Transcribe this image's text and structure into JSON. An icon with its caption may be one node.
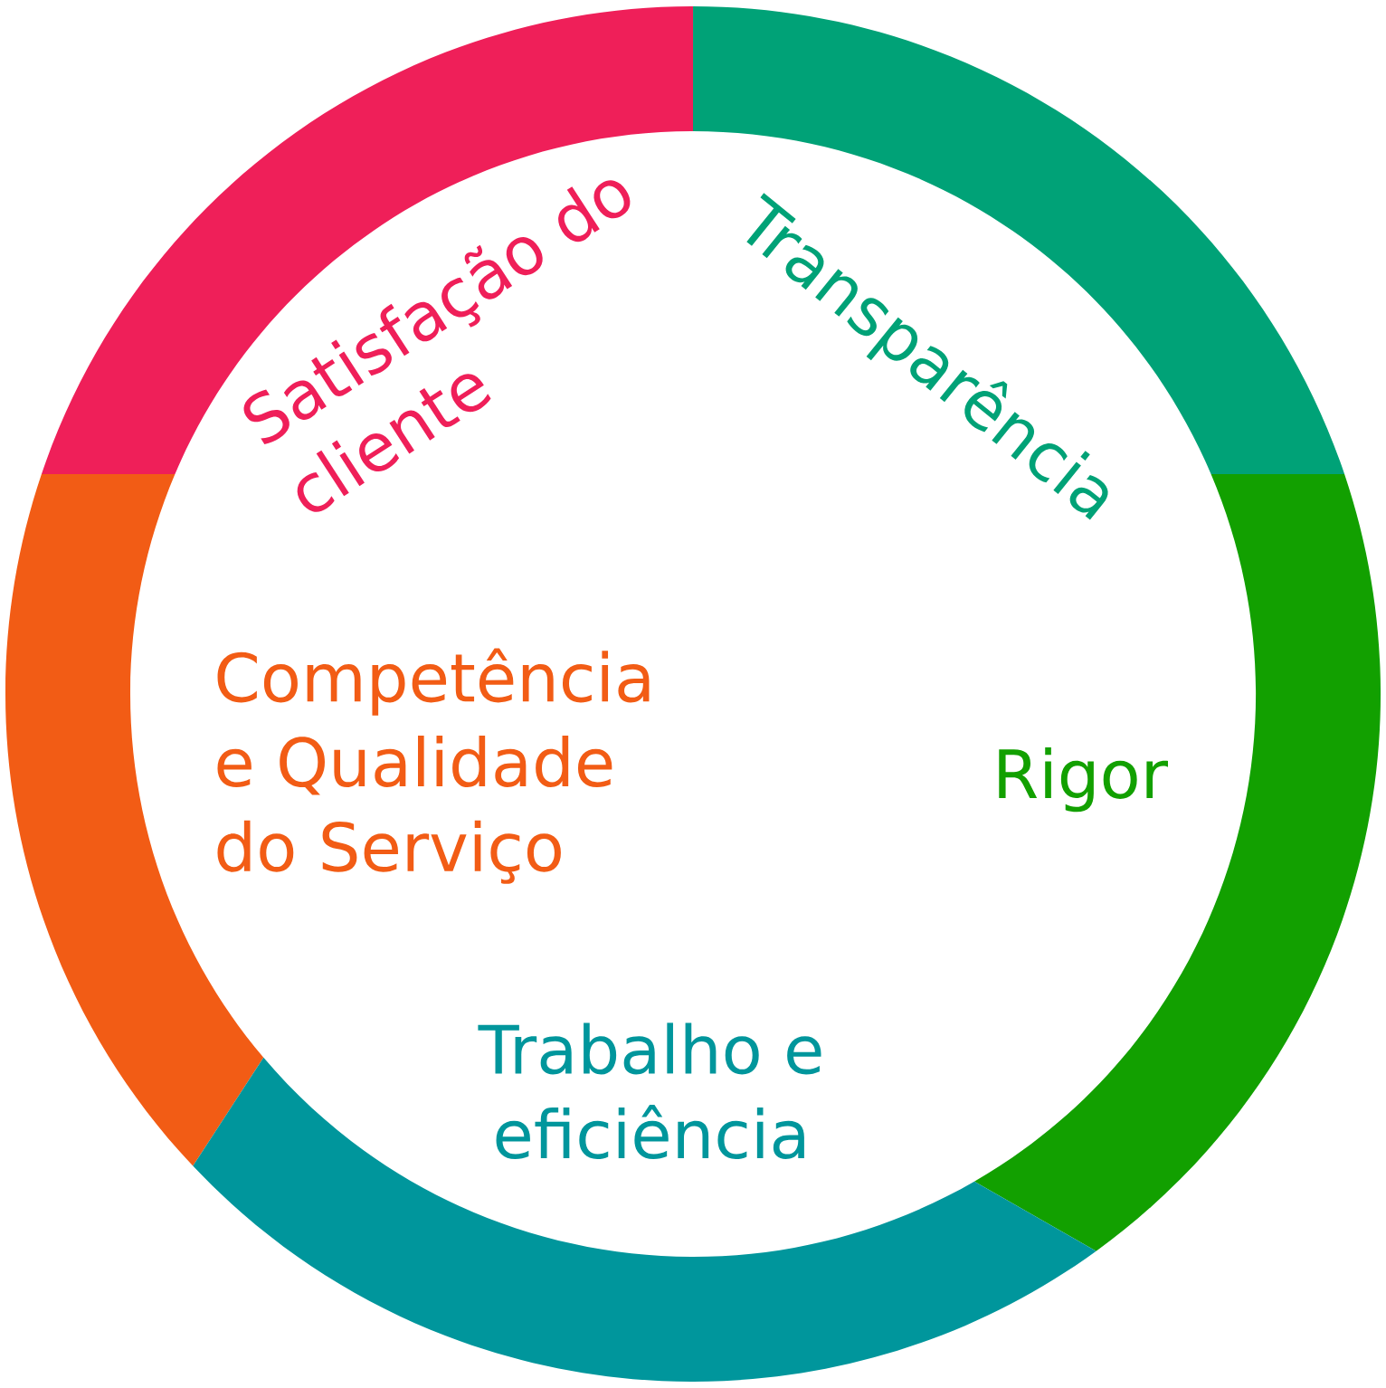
{
  "diagram": {
    "nodes": [
      {
        "text": [
          "Satisfação do cliente"
        ]
      },
      {
        "text": [
          "Transparência"
        ]
      },
      {
        "text": [
          "Competência e Qualidade do Serviço"
        ]
      },
      {
        "text": [
          "Rigor"
        ]
      },
      {
        "text": [
          "Trabalho e eficiência"
        ]
      }
    ]
  }
}
